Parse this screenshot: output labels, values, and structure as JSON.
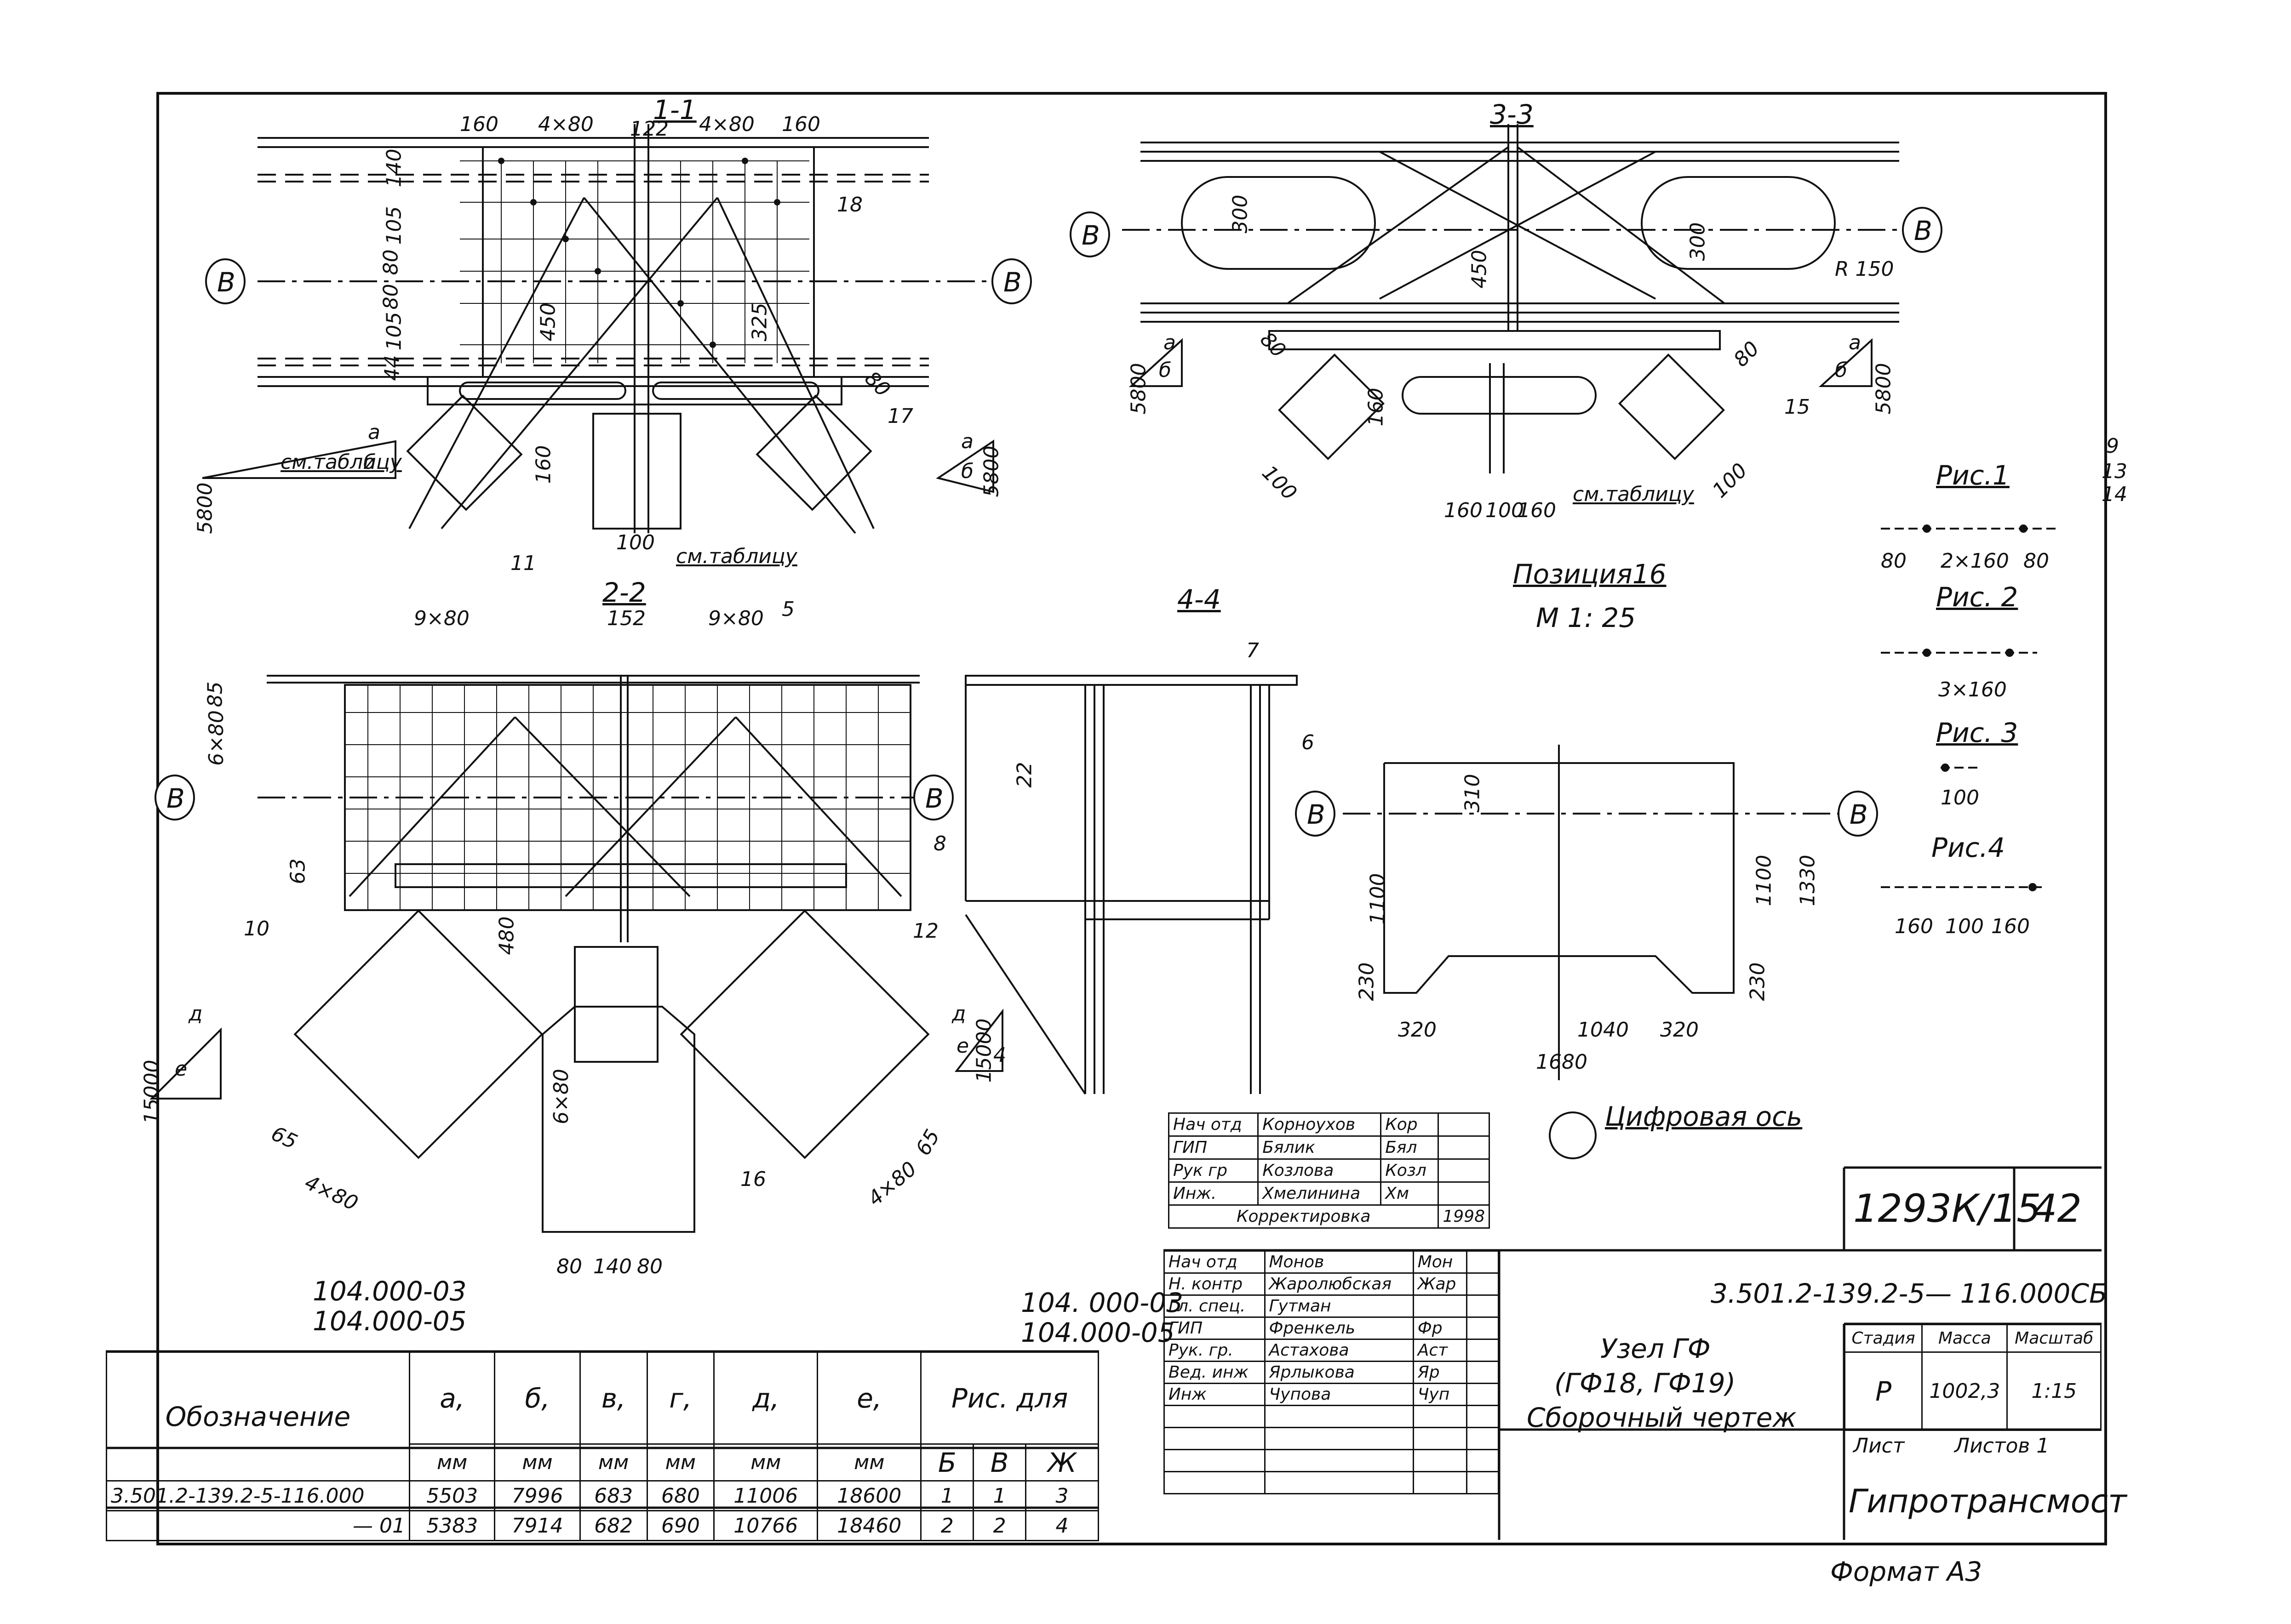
{
  "drawing": {
    "sections": {
      "s11": "1-1",
      "s22": "2-2",
      "s33": "3-3",
      "s44": "4-4"
    },
    "views": {
      "position_title": "Позиция16",
      "position_scale": "М 1: 25",
      "pic1": "Рис.1",
      "pic2": "Рис. 2",
      "pic3": "Рис. 3",
      "pic4": "Рис.4",
      "digital_axis": "Цифровая ось"
    },
    "axis_mark": "В",
    "see_table": "см.таблицу",
    "dims": {
      "top": [
        "160",
        "4×80",
        "122",
        "4×80",
        "160"
      ],
      "top_left": [
        "140",
        "105",
        "80",
        "80",
        "105",
        "44"
      ],
      "top_mid": [
        "450",
        "325",
        "160",
        "100",
        "80"
      ],
      "mid": [
        "9×80",
        "152",
        "9×80",
        "6×80",
        "85",
        "63",
        "22"
      ],
      "bottom": [
        "4×80",
        "65",
        "480",
        "6×80",
        "4×80",
        "65",
        "80",
        "140",
        "80"
      ],
      "s33": [
        "300",
        "300",
        "R 150",
        "450",
        "80",
        "80",
        "160",
        "160",
        "100",
        "160",
        "100",
        "100"
      ],
      "pic": [
        "80",
        "2×160",
        "80",
        "3×160",
        "100",
        "160",
        "100",
        "160"
      ],
      "plate": [
        "310",
        "1100",
        "1100",
        "1330",
        "230",
        "230",
        "320",
        "1040",
        "320",
        "1680"
      ]
    },
    "triangles": [
      {
        "a": "а",
        "b": "б",
        "v": "5800"
      },
      {
        "a": "а",
        "b": "б",
        "v": "5800"
      },
      {
        "a": "а",
        "b": "б",
        "v": "5800"
      },
      {
        "a": "а",
        "b": "б",
        "v": "5800"
      },
      {
        "a": "д",
        "b": "е",
        "v": "15000"
      },
      {
        "a": "д",
        "b": "е",
        "v": "15000"
      }
    ],
    "callouts": [
      "18",
      "17",
      "15",
      "16",
      "5",
      "6",
      "7",
      "8",
      "4",
      "10",
      "11",
      "12",
      "9",
      "13",
      "14"
    ],
    "refs": {
      "left1": "104.000-03",
      "left2": "104.000-05",
      "right1": "104. 000-03",
      "right2": "104.000-05"
    }
  },
  "spec_table": {
    "header": {
      "designation": "Обозначение",
      "cols": [
        "а,",
        "б,",
        "в,",
        "г,",
        "д,",
        "е,"
      ],
      "unit": "мм",
      "ris": "Рис. для",
      "ris_cols": [
        "Б",
        "В",
        "Ж"
      ]
    },
    "rows": [
      {
        "name": "3.501.2-139.2-5-116.000",
        "vals": [
          "5503",
          "7996",
          "683",
          "680",
          "11006",
          "18600"
        ],
        "ris": [
          "1",
          "1",
          "3"
        ]
      },
      {
        "name": "— 01",
        "vals": [
          "5383",
          "7914",
          "682",
          "690",
          "10766",
          "18460"
        ],
        "ris": [
          "2",
          "2",
          "4"
        ]
      }
    ]
  },
  "approval_small": [
    {
      "role": "Нач отд",
      "name": "Корноухов",
      "sig": "Кор"
    },
    {
      "role": "ГИП",
      "name": "Бялик",
      "sig": "Бял"
    },
    {
      "role": "Рук гр",
      "name": "Козлова",
      "sig": "Козл"
    },
    {
      "role": "Инж.",
      "name": "Хмелинина",
      "sig": "Хм"
    }
  ],
  "correction": {
    "label": "Корректировка",
    "year": "1998"
  },
  "approval_main": [
    {
      "role": "Нач отд",
      "name": "Монов",
      "sig": "Мон"
    },
    {
      "role": "Н. контр",
      "name": "Жаролюбская",
      "sig": "Жар"
    },
    {
      "role": "Гл. спец.",
      "name": "Гутман",
      "sig": ""
    },
    {
      "role": "ГИП",
      "name": "Френкель",
      "sig": "Фр"
    },
    {
      "role": "Рук. гр.",
      "name": "Астахова",
      "sig": "Аст"
    },
    {
      "role": "Вед. инж",
      "name": "Ярлыкова",
      "sig": "Яр"
    },
    {
      "role": "Инж",
      "name": "Чупова",
      "sig": "Чуп"
    }
  ],
  "title_block": {
    "sheet_code": "1293К/15",
    "sheet_no": "42",
    "doc_code": "3.501.2-139.2-5—   116.000СБ",
    "title1": "Узел ГФ",
    "title2": "(ГФ18, ГФ19)",
    "title3": "Сборочный чертеж",
    "stage_label": "Стадия",
    "mass_label": "Масса",
    "scale_label": "Масштаб",
    "stage": "Р",
    "mass": "1002,3",
    "scale": "1:15",
    "sheet_label": "Лист",
    "sheets_label": "Листов 1",
    "org": "Гипротрансмост",
    "format": "Формат А3"
  }
}
